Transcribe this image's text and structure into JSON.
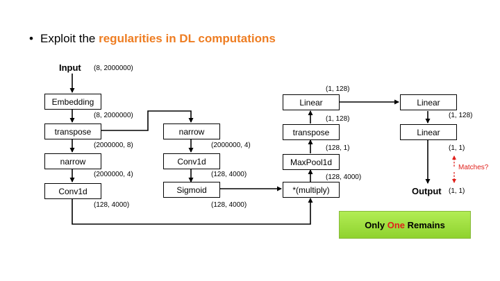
{
  "heading": {
    "bullet": "•",
    "prefix": "Exploit the ",
    "highlight": "regularities in DL computations"
  },
  "nodes": {
    "input_label": "Input",
    "output_label": "Output",
    "embedding": "Embedding",
    "transpose_left": "transpose",
    "narrow_left": "narrow",
    "conv1d_left": "Conv1d",
    "narrow_mid": "narrow",
    "conv1d_mid": "Conv1d",
    "sigmoid": "Sigmoid",
    "multiply": "*(multiply)",
    "maxpool": "MaxPool1d",
    "transpose_right": "transpose",
    "linear_1": "Linear",
    "linear_2": "Linear",
    "linear_3": "Linear"
  },
  "shapes": {
    "input": "(8, 2000000)",
    "after_embedding": "(8, 2000000)",
    "after_transpose": "(2000000, 8)",
    "after_narrow_left": "(2000000, 4)",
    "after_conv_left": "(128, 4000)",
    "after_narrow_mid": "(2000000, 4)",
    "after_conv_mid": "(128, 4000)",
    "after_sigmoid": "(128, 4000)",
    "after_multiply": "(128, 4000)",
    "after_maxpool": "(128, 1)",
    "after_transpose_right": "(1, 128)",
    "after_linear_1": "(1, 128)",
    "after_linear_2": "(1, 128)",
    "after_linear_3": "(1, 1)",
    "output": "(1, 1)"
  },
  "annotation": "Matches?",
  "banner": {
    "before": "Only ",
    "emphasis": "One",
    "after": " Remains"
  },
  "colors": {
    "highlight": "#ee7d22",
    "red": "#e0201b",
    "banner_green": "#9ad93b"
  }
}
